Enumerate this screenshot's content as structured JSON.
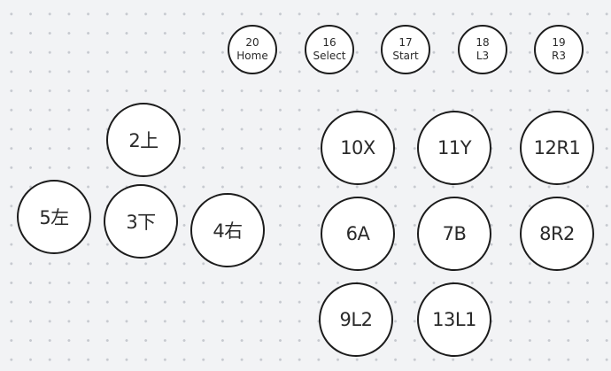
{
  "system_buttons": [
    {
      "id": "home",
      "number": "20",
      "label": "Home"
    },
    {
      "id": "select",
      "number": "16",
      "label": "Select"
    },
    {
      "id": "start",
      "number": "17",
      "label": "Start"
    },
    {
      "id": "l3",
      "number": "18",
      "label": "L3"
    },
    {
      "id": "r3",
      "number": "19",
      "label": "R3"
    }
  ],
  "dpad": {
    "up": "2上",
    "left": "5左",
    "down": "3下",
    "right": "4右"
  },
  "face_buttons": {
    "x": "10X",
    "y": "11Y",
    "r1": "12R1",
    "a": "6A",
    "b": "7B",
    "r2": "8R2",
    "l2": "9L2",
    "l1": "13L1"
  }
}
